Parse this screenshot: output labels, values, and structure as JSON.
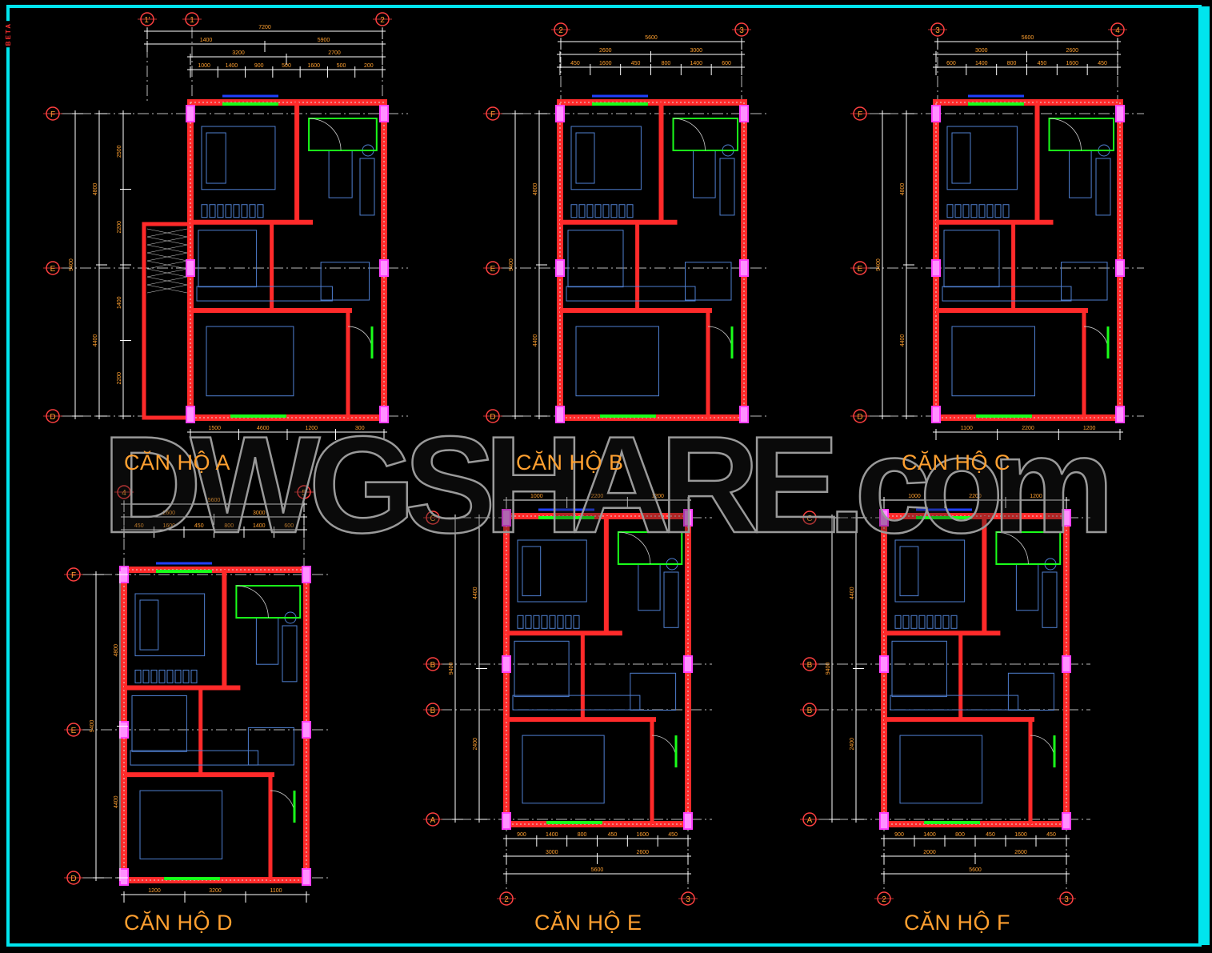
{
  "sidebar_mark": "BETA",
  "watermark": "DWGSHARE.com",
  "colors": {
    "frame": "#00e5ee",
    "wall": "#ff2a2a",
    "furniture": "#4f7fd0",
    "window": "#1aff1a",
    "column": "#ff40ff",
    "dim": "#ffffff",
    "dim_text": "#ffa030",
    "grid_bubble": "#ff4040"
  },
  "plans": [
    {
      "title": "CĂN HỘ A",
      "axes_x": [
        "1'",
        "1",
        "2"
      ],
      "axes_y": [
        "F",
        "E",
        "D"
      ],
      "dims_top": [
        [
          "7200"
        ],
        [
          "1400",
          "5900"
        ],
        [
          "3200",
          "2700"
        ],
        [
          "1000",
          "1400",
          "900",
          "500",
          "1600",
          "500",
          "200"
        ]
      ],
      "dims_left": [
        [
          "9400"
        ],
        [
          "4800",
          "4400"
        ],
        [
          "2500",
          "2200",
          "1400",
          "2200"
        ]
      ],
      "dims_bottom": [
        [
          "1500",
          "4600",
          "1200",
          "300"
        ]
      ]
    },
    {
      "title": "CĂN HỘ B",
      "axes_x": [
        "2",
        "3"
      ],
      "axes_y": [
        "F",
        "E",
        "D"
      ],
      "dims_top": [
        [
          "5600"
        ],
        [
          "2600",
          "3000"
        ],
        [
          "450",
          "1600",
          "450",
          "800",
          "1400",
          "600"
        ]
      ],
      "dims_left": [
        [
          "9400"
        ],
        [
          "4800",
          "4400"
        ]
      ],
      "dims_bottom": []
    },
    {
      "title": "CĂN HỘ C",
      "axes_x": [
        "3",
        "4"
      ],
      "axes_y": [
        "F",
        "E",
        "D"
      ],
      "dims_top": [
        [
          "5600"
        ],
        [
          "3000",
          "2600"
        ],
        [
          "600",
          "1400",
          "800",
          "450",
          "1600",
          "450"
        ]
      ],
      "dims_left": [
        [
          "9400"
        ],
        [
          "4800",
          "4400"
        ]
      ],
      "dims_bottom": [
        [
          "1100",
          "2200",
          "1200"
        ]
      ]
    },
    {
      "title": "CĂN HỘ D",
      "axes_x": [
        "4",
        "5"
      ],
      "axes_y": [
        "F",
        "E",
        "D"
      ],
      "dims_top": [
        [
          "5600"
        ],
        [
          "2600",
          "3000"
        ],
        [
          "450",
          "1600",
          "450",
          "800",
          "1400",
          "600"
        ]
      ],
      "dims_left": [
        [
          "9400"
        ],
        [
          "4800",
          "4400"
        ]
      ],
      "dims_bottom": [
        [
          "1200",
          "3200",
          "1100"
        ]
      ]
    },
    {
      "title": "CĂN HỘ E",
      "axes_x": [
        "2",
        "3"
      ],
      "axes_y": [
        "C",
        "B",
        "B",
        "A"
      ],
      "dims_top": [
        [
          "1000",
          "2200",
          "1200"
        ]
      ],
      "dims_left": [
        [
          "9400"
        ],
        [
          "4400",
          "2400"
        ]
      ],
      "dims_bottom": [
        [
          "900",
          "1400",
          "800",
          "450",
          "1600",
          "450"
        ],
        [
          "3000",
          "2600"
        ],
        [
          "5600"
        ]
      ]
    },
    {
      "title": "CĂN HỘ F",
      "axes_x": [
        "2",
        "3"
      ],
      "axes_y": [
        "C",
        "B",
        "B",
        "A"
      ],
      "dims_top": [
        [
          "1000",
          "2200",
          "1200"
        ]
      ],
      "dims_left": [
        [
          "9400"
        ],
        [
          "4400",
          "2400"
        ]
      ],
      "dims_bottom": [
        [
          "900",
          "1400",
          "800",
          "450",
          "1600",
          "450"
        ],
        [
          "2000",
          "2600"
        ],
        [
          "5600"
        ]
      ]
    }
  ]
}
